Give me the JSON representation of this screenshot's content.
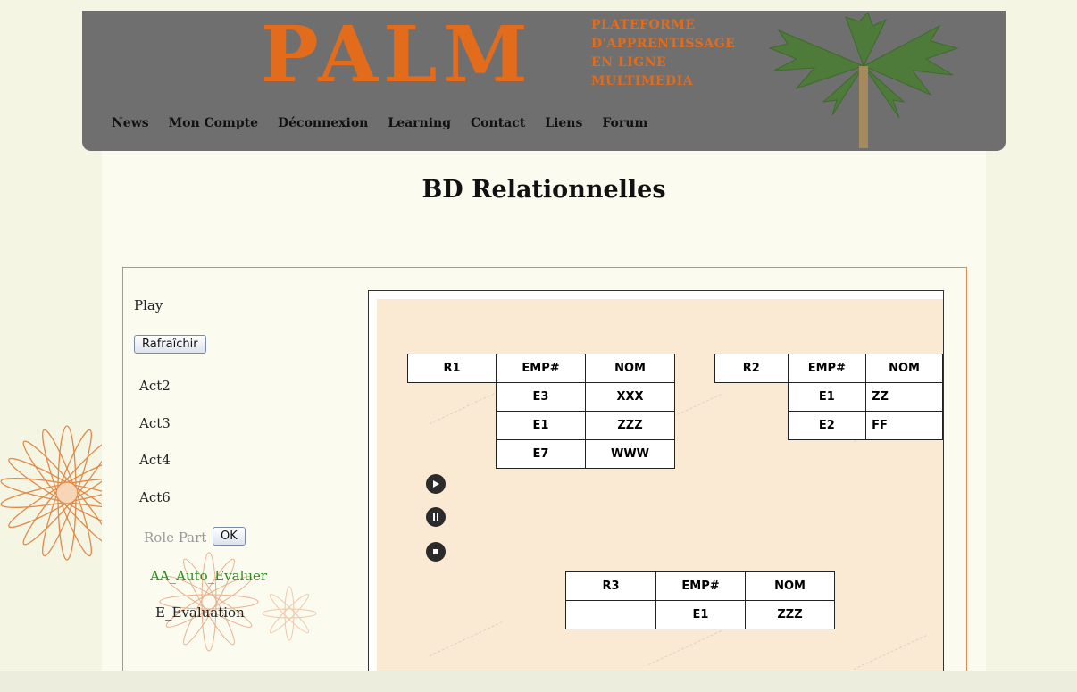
{
  "header": {
    "logo": "PALM",
    "tagline": [
      "PLATEFORME",
      "D'APPRENTISSAGE",
      "EN LIGNE",
      "MULTIMEDIA"
    ],
    "nav": [
      "News",
      "Mon Compte",
      "Déconnexion",
      "Learning",
      "Contact",
      "Liens",
      "Forum"
    ]
  },
  "page": {
    "title": "BD Relationnelles"
  },
  "sidebar": {
    "play_label": "Play",
    "refresh_label": "Rafraîchir",
    "acts": [
      "Act2",
      "Act3",
      "Act4",
      "Act6"
    ],
    "role_part_label": "Role Part",
    "ok_label": "OK",
    "auto_evaluer_label": "AA_Auto_Evaluer",
    "evaluation_label": "E_Evaluation"
  },
  "animation": {
    "r1": {
      "header": [
        "R1",
        "EMP#",
        "NOM"
      ],
      "rows": [
        [
          "E3",
          "XXX"
        ],
        [
          "E1",
          "ZZZ"
        ],
        [
          "E7",
          "WWW"
        ]
      ]
    },
    "r2": {
      "header": [
        "R2",
        "EMP#",
        "NOM"
      ],
      "rows": [
        [
          "E1",
          "ZZ"
        ],
        [
          "E2",
          "FF"
        ]
      ]
    },
    "r3": {
      "header": [
        "R3",
        "EMP#",
        "NOM"
      ],
      "rows": [
        [
          "E1",
          "ZZZ"
        ]
      ]
    },
    "controls": [
      "play-icon",
      "pause-icon",
      "stop-icon"
    ]
  },
  "colors": {
    "accent": "#e36b1c",
    "header_bg": "#6f6f6f",
    "canvas_bg": "#fae9d3",
    "link_green": "#2e8b22"
  }
}
